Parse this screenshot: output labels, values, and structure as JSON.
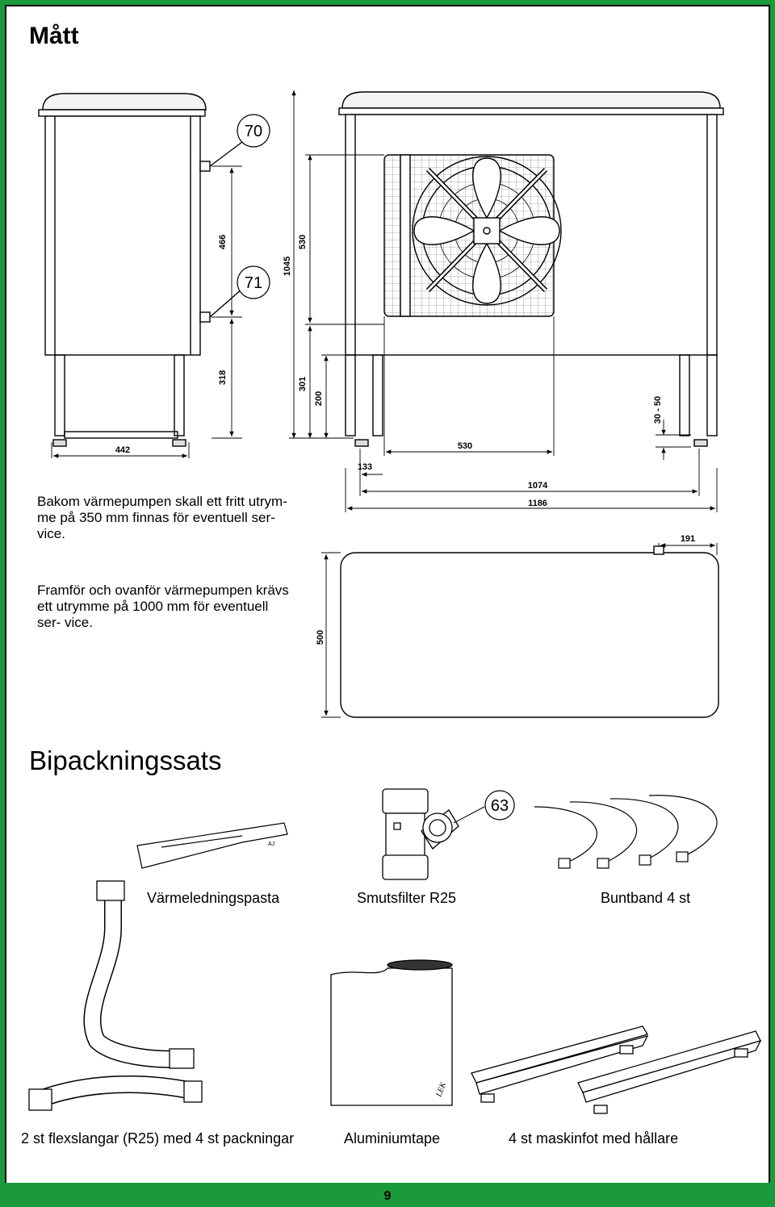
{
  "headings": {
    "matt": "Mått",
    "bipack": "Bipackningssats"
  },
  "notes": {
    "rear_clearance": "Bakom värmepumpen skall ett fritt utrym- me på 350 mm finnas för eventuell ser- vice.",
    "front_clearance": "Framför och ovanför värmepumpen krävs ett utrymme på 1000 mm för eventuell ser- vice."
  },
  "dimensions": {
    "d442": "442",
    "d466": "466",
    "d318": "318",
    "d1045": "1045",
    "d530v": "530",
    "d301": "301",
    "d200": "200",
    "d530h": "530",
    "d133": "133",
    "d1074": "1074",
    "d1186": "1186",
    "d30_50": "30 - 50",
    "d191": "191",
    "d500": "500"
  },
  "callouts": {
    "c70": "70",
    "c71": "71",
    "c63": "63"
  },
  "kit": {
    "paste": "Värmeledningspasta",
    "filter": "Smutsfilter R25",
    "cable_ties": "Buntband 4 st",
    "hoses": "2 st flexslangar (R25) med 4 st packningar",
    "tape": "Aluminiumtape",
    "feet": "4 st maskinfot med hållare",
    "tape_brand": "LEK",
    "paste_label": "AJ"
  },
  "page_number": "9"
}
